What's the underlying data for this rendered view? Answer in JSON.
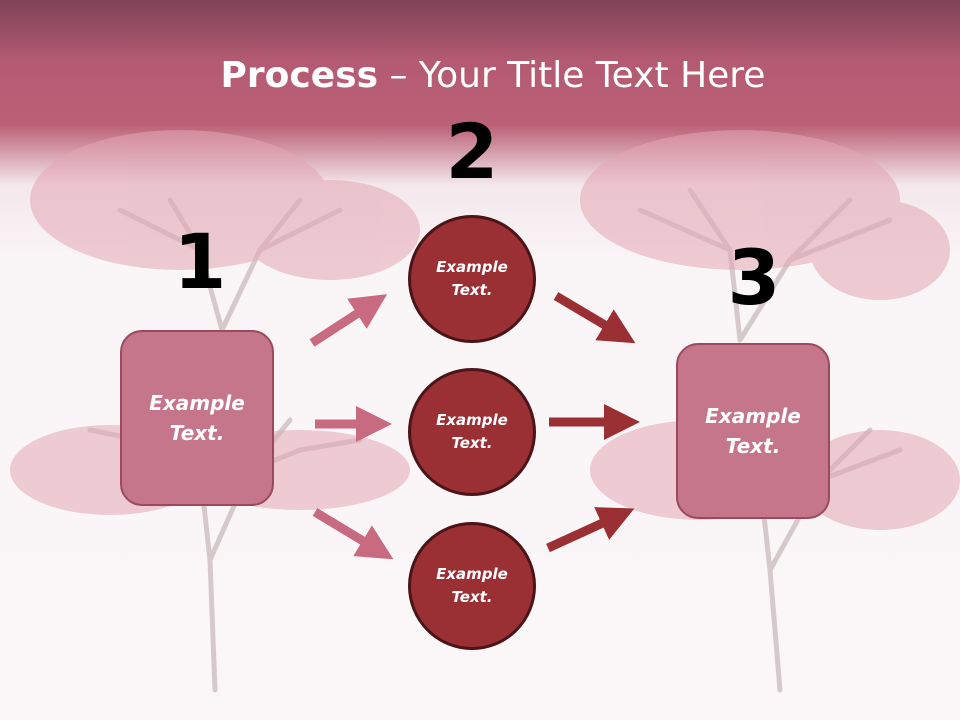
{
  "title": {
    "bold": "Process",
    "separator": " – ",
    "rest": "Your Title Text Here"
  },
  "steps": {
    "one": "1",
    "two": "2",
    "three": "3"
  },
  "left_box": {
    "text": "Example\nText."
  },
  "right_box": {
    "text": "Example\nText."
  },
  "circles": [
    {
      "text": "Example\nText."
    },
    {
      "text": "Example\nText."
    },
    {
      "text": "Example\nText."
    }
  ],
  "colors": {
    "header": "#bb6076",
    "box_fill": "#c5768a",
    "circle_fill": "#9b3034",
    "arrow_light": "#c86a80",
    "arrow_dark": "#9b3034"
  }
}
